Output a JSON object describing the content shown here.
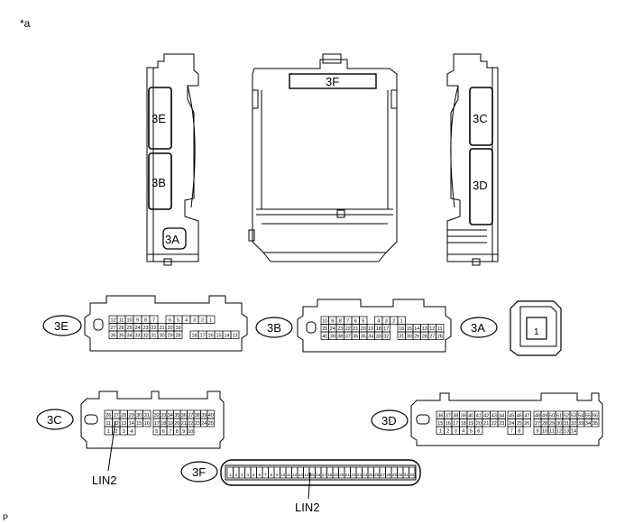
{
  "figure_label": "*a",
  "corner_mark": "P",
  "views": {
    "left": {
      "slots": [
        "3E",
        "3B"
      ],
      "bottom": "3A"
    },
    "center": {
      "title": "3F"
    },
    "right": {
      "slots": [
        "3C",
        "3D"
      ]
    }
  },
  "connectors": {
    "c3E": {
      "label": "3E",
      "rows": [
        [
          "12",
          "11",
          "10",
          "9",
          "8",
          "7",
          "",
          "6",
          "5",
          "4",
          "3",
          "2",
          "1"
        ],
        [
          "27",
          "26",
          "25",
          "24",
          "23",
          "22",
          "21",
          "20",
          "19",
          "",
          "",
          ""
        ],
        [
          "36",
          "35",
          "34",
          "33",
          "32",
          "31",
          "30",
          "29",
          "28",
          "",
          "18",
          "17",
          "16",
          "15",
          "14",
          "13"
        ]
      ]
    },
    "c3B": {
      "label": "3B",
      "rows": [
        [
          "10",
          "9",
          "8",
          "7",
          "6",
          "5",
          "",
          "4",
          "3",
          "2",
          "1"
        ],
        [
          "25",
          "24",
          "23",
          "22",
          "21",
          "20",
          "19",
          "18",
          "17",
          "",
          "16",
          "15",
          "14",
          "13",
          "12",
          "11"
        ],
        [
          "40",
          "39",
          "38",
          "37",
          "36",
          "35",
          "34",
          "33",
          "32",
          "",
          "31",
          "30",
          "29",
          "28",
          "27",
          "26"
        ]
      ]
    },
    "c3A": {
      "label": "3A",
      "pin": "1"
    },
    "c3C": {
      "label": "3C",
      "left_rows": [
        [
          "26",
          "27",
          "28",
          "29",
          "30",
          "31"
        ],
        [
          "11",
          "12",
          "13",
          "14",
          "15",
          "16"
        ],
        [
          "1",
          "2",
          "3",
          "4"
        ]
      ],
      "right_rows": [
        [
          "32",
          "33",
          "34",
          "35",
          "36",
          "37",
          "38",
          "39",
          "40"
        ],
        [
          "17",
          "18",
          "19",
          "20",
          "21",
          "22",
          "23",
          "24",
          "25"
        ],
        [
          "5",
          "6",
          "7",
          "8",
          "9",
          "10"
        ]
      ],
      "note": "LIN2"
    },
    "c3D": {
      "label": "3D",
      "left_rows": [
        [
          "36",
          "37",
          "38",
          "39",
          "40",
          "41",
          "42",
          "43",
          "44"
        ],
        [
          "15",
          "16",
          "17",
          "18",
          "19",
          "20",
          "21",
          "22",
          "23"
        ],
        [
          "1",
          "2",
          "3",
          "4",
          "5",
          "6"
        ]
      ],
      "mid_rows": [
        [
          "45",
          "46",
          "47"
        ],
        [
          "24",
          "25",
          "26"
        ],
        [
          "7",
          "8"
        ]
      ],
      "right_rows": [
        [
          "48",
          "49",
          "50",
          "51",
          "52",
          "53",
          "54",
          "55",
          "56"
        ],
        [
          "27",
          "28",
          "29",
          "30",
          "31",
          "32",
          "33",
          "34",
          "35"
        ],
        [
          "9",
          "10",
          "11",
          "12",
          "13",
          "14"
        ]
      ]
    },
    "c3F": {
      "label": "3F",
      "pins": [
        "1",
        "2",
        "3",
        "4",
        "5",
        "6",
        "7",
        "8",
        "9",
        "10",
        "11",
        "12",
        "13",
        "14",
        "15",
        "16",
        "17",
        "18",
        "19",
        "20",
        "21",
        "22",
        "23",
        "24",
        "25",
        "26",
        "27",
        "28",
        "29",
        "30",
        "31",
        "32"
      ],
      "note": "LIN2"
    }
  }
}
